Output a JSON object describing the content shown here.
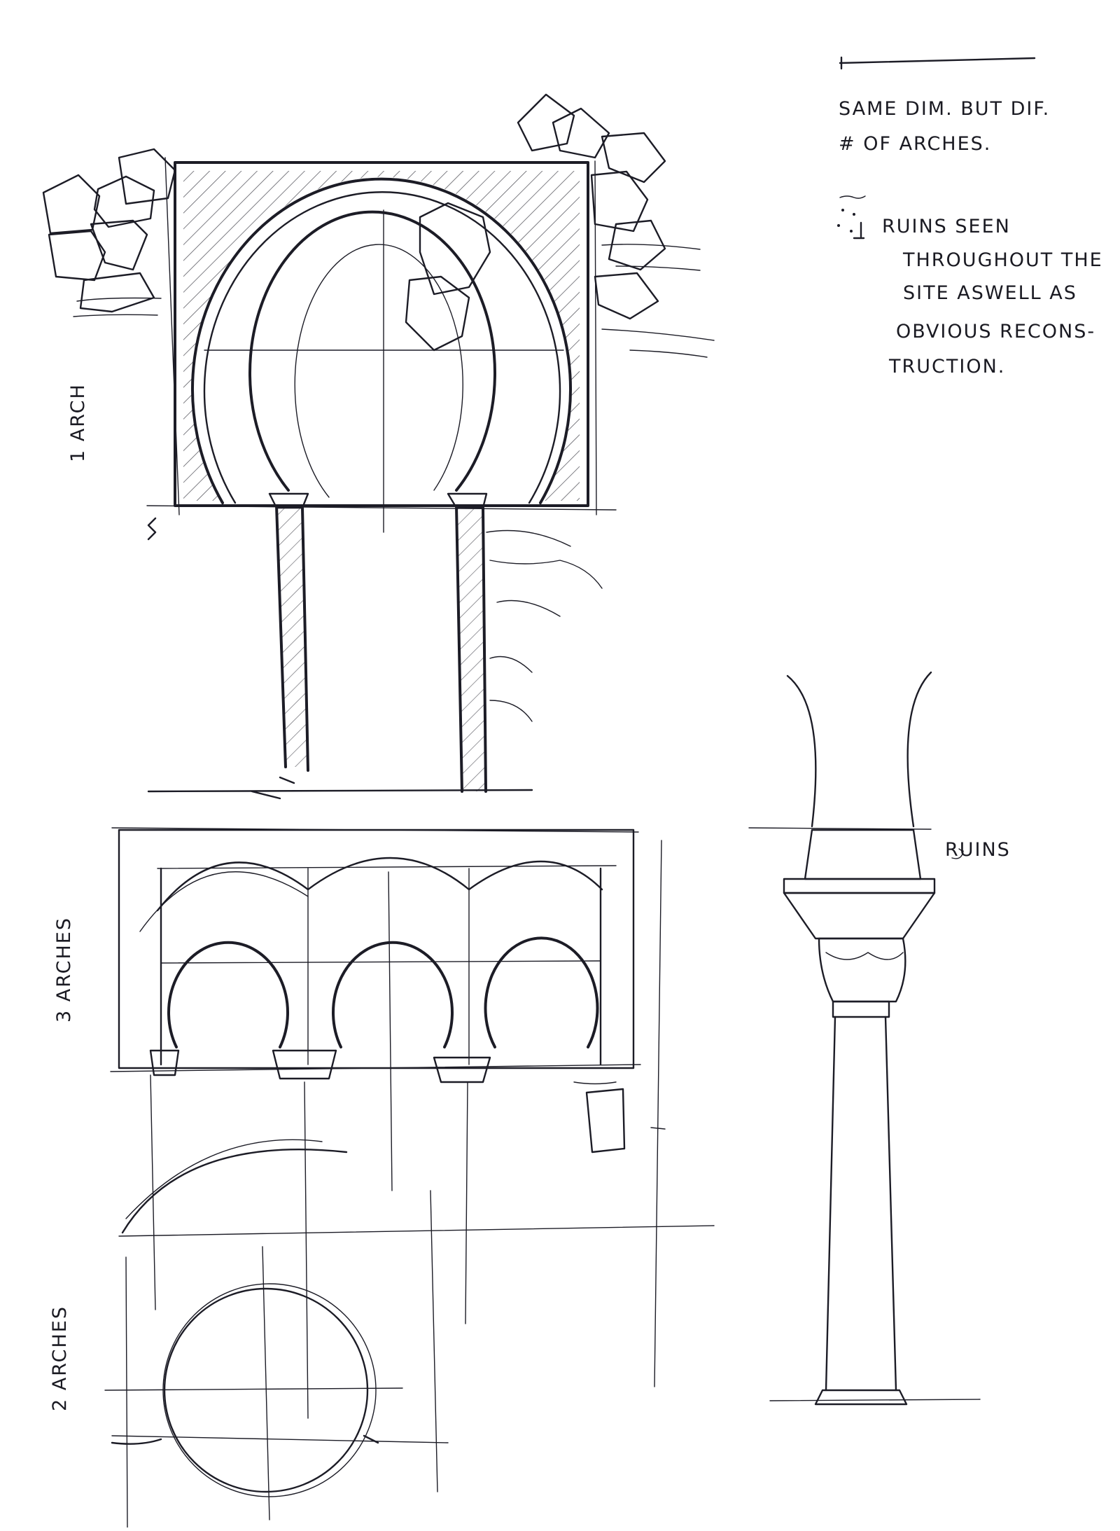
{
  "notes": {
    "line1": "SAME DIM. BUT DIF.",
    "line2": "# OF ARCHES.",
    "ruins_1": "RUINS SEEN",
    "ruins_2": "THROUGHOUT THE",
    "ruins_3": "SITE ASWELL AS",
    "ruins_4": "OBVIOUS RECONS-",
    "ruins_5": "TRUCTION."
  },
  "labels": {
    "one_arch": "1 ARCH",
    "three_arches": "3 ARCHES",
    "two_arches": "2 ARCHES",
    "ruins": "RUINS"
  }
}
